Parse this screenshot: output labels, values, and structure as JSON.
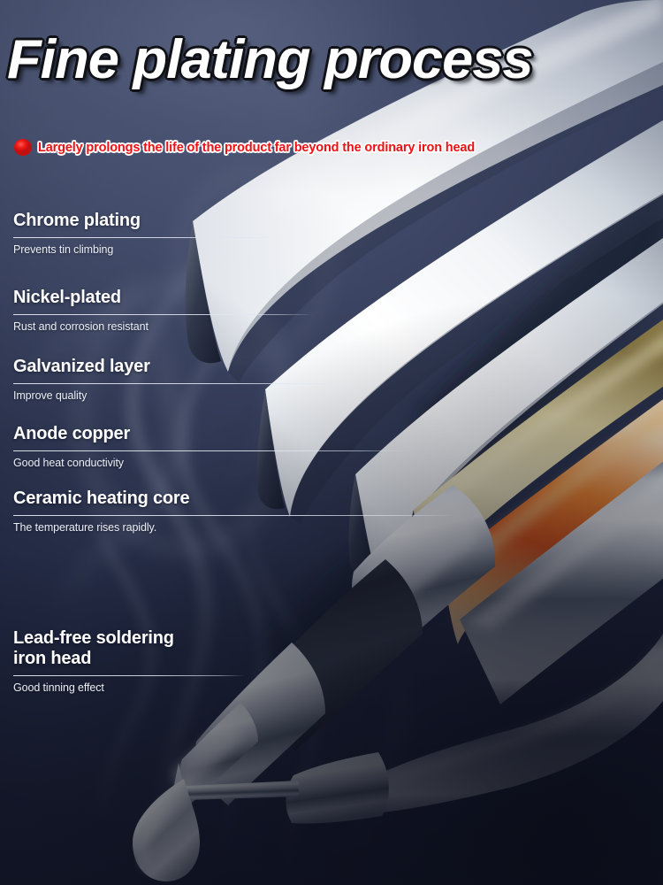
{
  "title": "Fine plating process",
  "headline": {
    "bullet_icon": "red-circle-bullet",
    "text": "Largely prolongs the life of the product far beyond the ordinary iron head",
    "color": "#ef1014",
    "outline_color": "#ffffff"
  },
  "specs": [
    {
      "heading": "Chrome plating",
      "subtitle": "Prevents tin climbing"
    },
    {
      "heading": "Nickel-plated",
      "subtitle": "Rust and corrosion resistant"
    },
    {
      "heading": "Galvanized layer",
      "subtitle": "Improve quality"
    },
    {
      "heading": "Anode copper",
      "subtitle": "Good heat conductivity"
    },
    {
      "heading": "Ceramic heating core",
      "subtitle": "The temperature rises rapidly."
    },
    {
      "heading": "Lead-free soldering",
      "heading_line2": "iron head",
      "subtitle": "Good tinning effect"
    }
  ],
  "colors": {
    "background_top": "#4a5472",
    "background_bottom": "#191e33",
    "text_primary": "#fdfdfe",
    "rule": "#e8ecf5",
    "accent_red": "#ef1014",
    "layer_chrome": "#f4f6f8",
    "layer_nickel": "#e9ecef",
    "layer_galvanized": "#dfe3e8",
    "layer_copper": "#e8deaa",
    "layer_ceramic_core": "#f05a14",
    "layer_ceramic_glow": "#ffd9a0",
    "metal_body": "#c9cdd4"
  },
  "artwork": {
    "description": "soldering-iron-cutaway",
    "parts": [
      "chrome-plating-peel",
      "nickel-plating-peel",
      "galvanized-layer-peel",
      "anode-copper-layer",
      "ceramic-heating-core",
      "soldering-iron-tip",
      "second-iron-rod",
      "solder-droplet",
      "smoke-wisps"
    ]
  }
}
